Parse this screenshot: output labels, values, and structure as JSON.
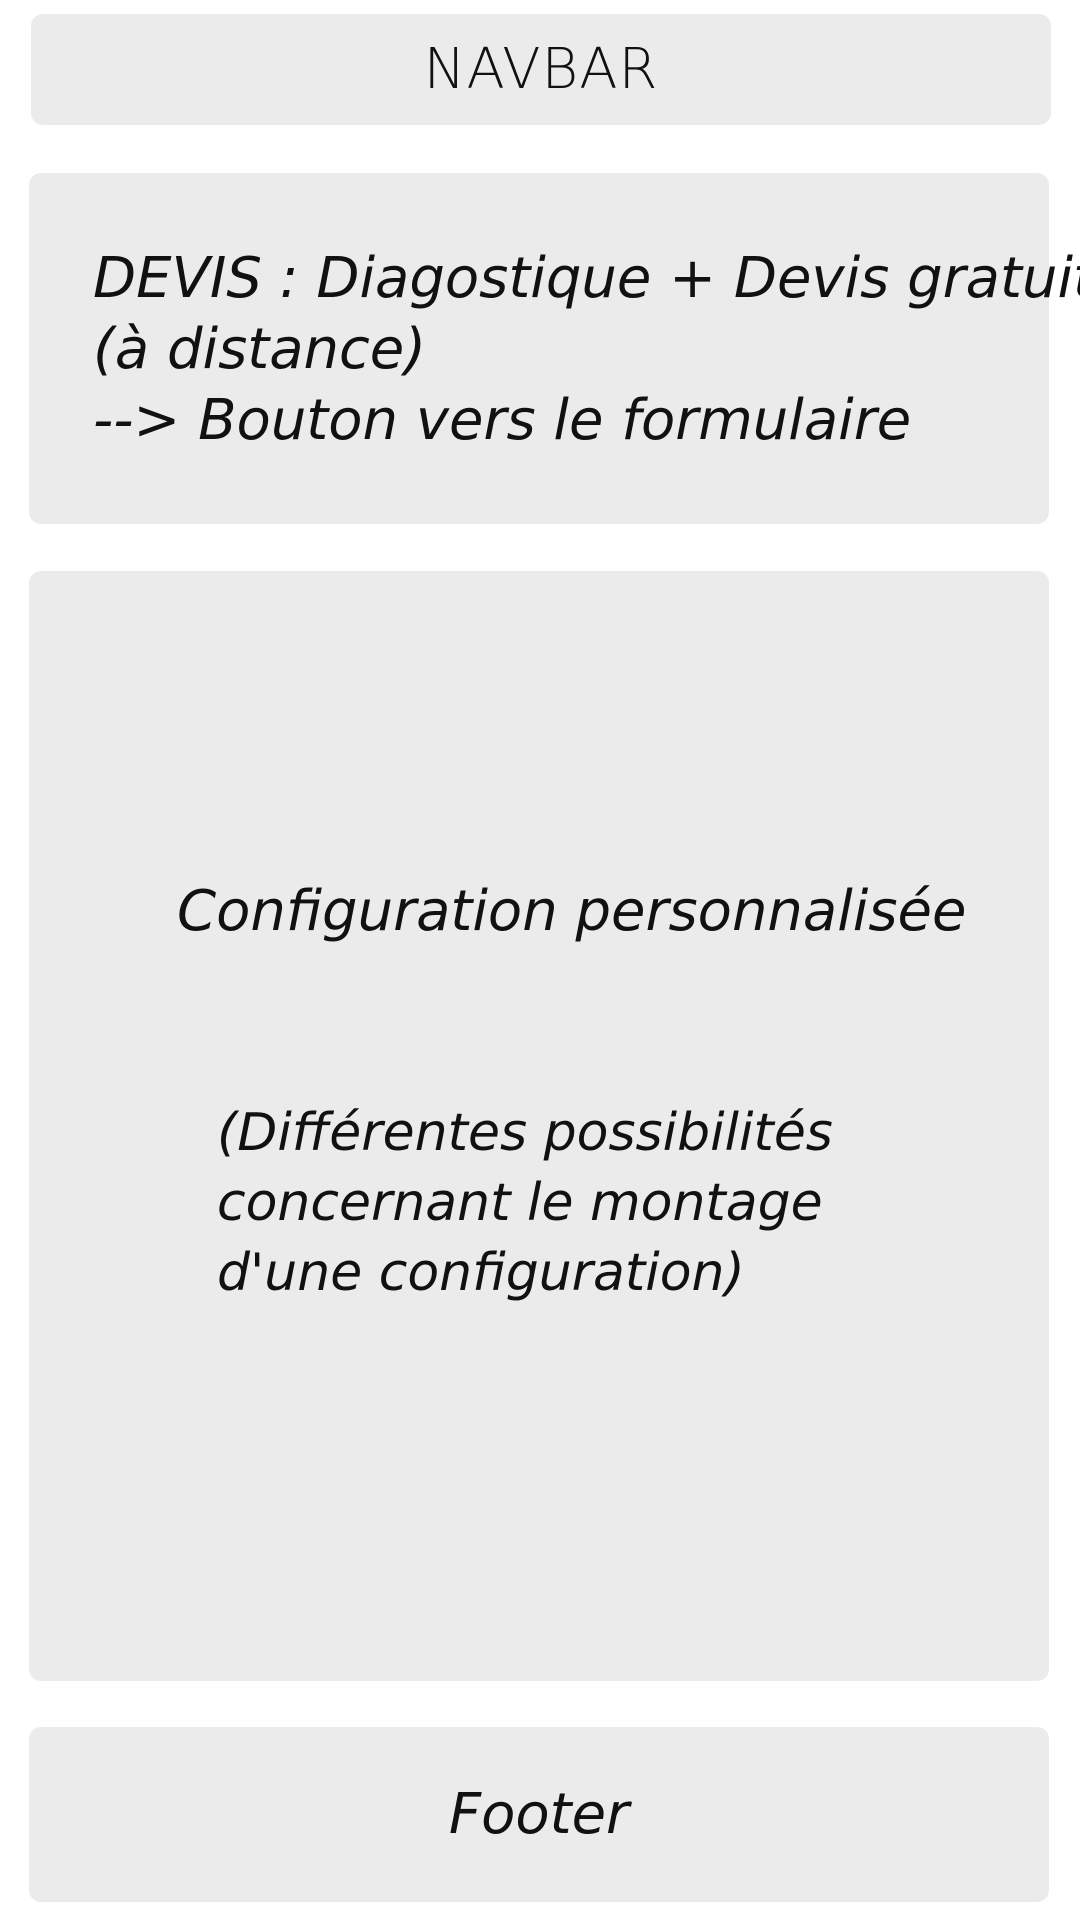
{
  "navbar": {
    "label": "NAVBAR"
  },
  "devis": {
    "line1": "DEVIS : Diagostique + Devis gratuit",
    "line2": "(à distance)",
    "line3": "--> Bouton vers le formulaire"
  },
  "config": {
    "title": "Configuration personnalisée",
    "desc_line1": "(Différentes possibilités",
    "desc_line2": "concernant le montage",
    "desc_line3": "d'une configuration)"
  },
  "footer": {
    "label": "Footer"
  },
  "colors": {
    "block_background": "#ebebeb",
    "page_background": "#ffffff",
    "text": "#111111"
  }
}
